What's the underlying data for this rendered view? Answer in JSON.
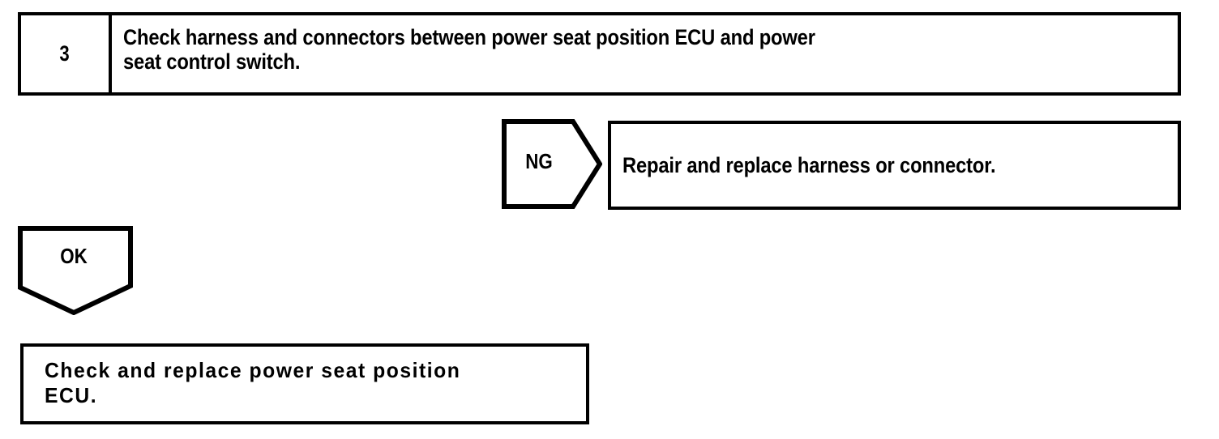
{
  "diagram": {
    "type": "troubleshooting-flowchart",
    "colors": {
      "line": "#000000",
      "background": "#ffffff",
      "text": "#000000"
    },
    "step": {
      "number": "3",
      "instruction": "Check harness and connectors between power seat position ECU and power\nseat control switch."
    },
    "branches": {
      "ng": {
        "label": "NG",
        "marker_shape": "pentagon-right",
        "result": "Repair and replace harness or connector."
      },
      "ok": {
        "label": "OK",
        "marker_shape": "pentagon-down",
        "result": "Check and replace power seat position\nECU."
      }
    }
  }
}
